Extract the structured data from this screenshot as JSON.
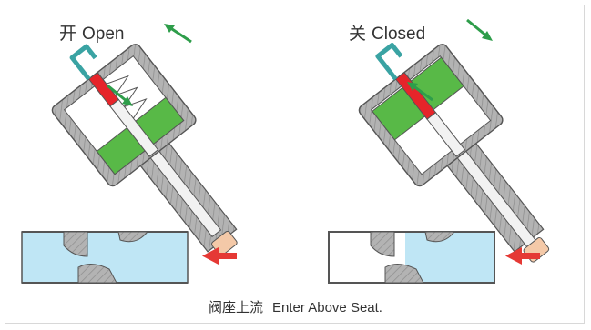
{
  "panels": [
    {
      "id": "open",
      "label_cn": "开",
      "label_en": "Open"
    },
    {
      "id": "closed",
      "label_cn": "关",
      "label_en": "Closed"
    }
  ],
  "caption": {
    "cn": "阀座上流",
    "en": "Enter Above Seat."
  },
  "colors": {
    "body_gray": "#a9a9a9",
    "piston_green": "#58b947",
    "stem_red": "#e6242a",
    "handle_teal": "#3aa3a3",
    "pipe_blue": "#bfe6f5",
    "flow_arrow": "#e53935",
    "air_arrow": "#2e9d4a"
  }
}
